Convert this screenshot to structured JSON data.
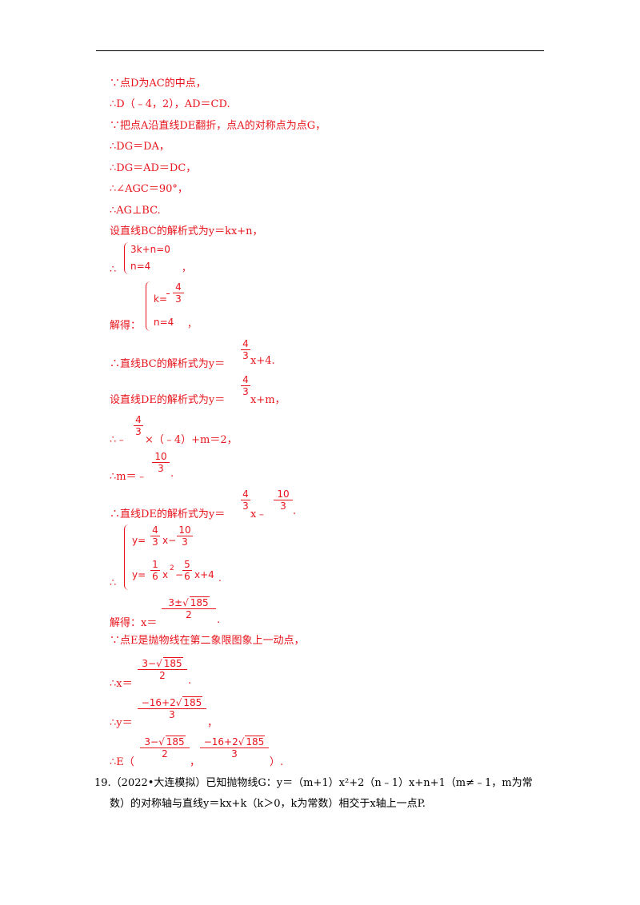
{
  "lines": {
    "l1": "∵点D为AC的中点，",
    "l2": "∴D（﹣4，2），AD＝CD.",
    "l3": "∵把点A沿直线DE翻折，点A的对称点为点G，",
    "l4": "∴DG＝DA，",
    "l5": "∴DG＝AD＝DC，",
    "l6": "∴∠AGC＝90°，",
    "l7": "∴AG⊥BC.",
    "l8": "设直线BC的解析式为y＝kx+n，",
    "l9_prefix": "∴",
    "l9_eq1": "3k+n=0",
    "l9_eq2": "n=4",
    "l9_suffix": "，",
    "l10_prefix": "解得：",
    "l10_eq1_lhs": "k=",
    "l10_eq1_num": "4",
    "l10_eq1_den": "3",
    "l10_eq2": "n=4",
    "l10_suffix": "，",
    "l11_prefix": "∴直线BC的解析式为y＝",
    "l11_num": "4",
    "l11_den": "3",
    "l11_suffix": "x+4.",
    "l12_prefix": "设直线DE的解析式为y＝",
    "l12_num": "4",
    "l12_den": "3",
    "l12_suffix": "x+m，",
    "l13_prefix": "∴﹣",
    "l13_num": "4",
    "l13_den": "3",
    "l13_suffix": "×（﹣4）+m＝2，",
    "l14_prefix": "∴m＝﹣",
    "l14_num": "10",
    "l14_den": "3",
    "l14_suffix": ".",
    "l15_prefix": "∴直线DE的解析式为y＝",
    "l15_num1": "4",
    "l15_den1": "3",
    "l15_mid": "x﹣",
    "l15_num2": "10",
    "l15_den2": "3",
    "l15_suffix": ".",
    "l16_prefix": "∴",
    "l16_eq1_a": "y=",
    "l16_eq1_n1": "4",
    "l16_eq1_d1": "3",
    "l16_eq1_b": "x−",
    "l16_eq1_n2": "10",
    "l16_eq1_d2": "3",
    "l16_eq2_a": "y=",
    "l16_eq2_n1": "1",
    "l16_eq2_d1": "6",
    "l16_eq2_b": "x",
    "l16_eq2_sup": "2",
    "l16_eq2_c": "−",
    "l16_eq2_n2": "5",
    "l16_eq2_d2": "6",
    "l16_eq2_d": "x+4",
    "l16_suffix": ".",
    "l17_prefix": "解得：x＝",
    "l17_num_a": "3±",
    "l17_num_rad": "185",
    "l17_den": "2",
    "l17_suffix": ".",
    "l18": "∵点E是抛物线在第二象限图象上一动点，",
    "l19_prefix": "∴x＝",
    "l19_num_a": "3−",
    "l19_num_rad": "185",
    "l19_den": "2",
    "l19_suffix": ".",
    "l20_prefix": "∴y＝",
    "l20_num_a": "−16+2",
    "l20_num_rad": "185",
    "l20_den": "3",
    "l20_suffix": "，",
    "l21_prefix": "∴E（",
    "l21_num1_a": "3−",
    "l21_num1_rad": "185",
    "l21_den1": "2",
    "l21_comma": "，",
    "l21_num2_a": "−16+2",
    "l21_num2_rad": "185",
    "l21_den2": "3",
    "l21_suffix": "）.",
    "q19_line1": "19.（2022•大连模拟）已知抛物线G：y＝（m+1）x²+2（n﹣1）x+n+1（m≠﹣1，m为常",
    "q19_line2": "数）的对称轴与直线y＝kx+k（k＞0，k为常数）相交于x轴上一点P."
  }
}
